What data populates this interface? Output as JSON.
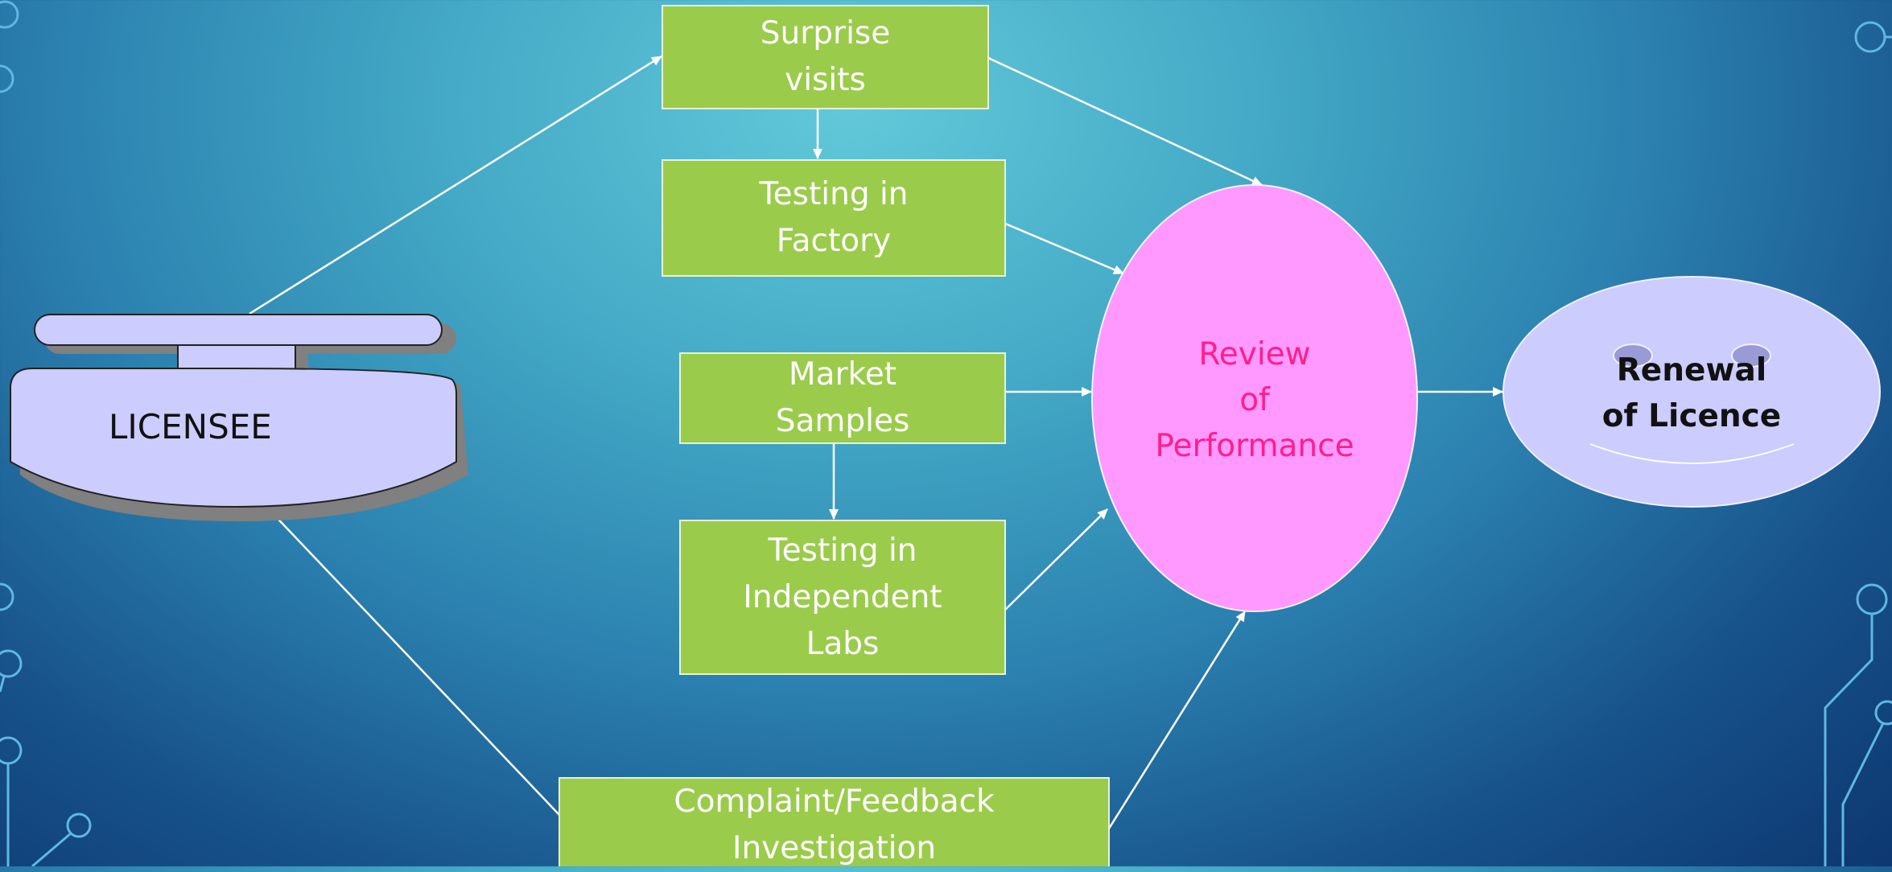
{
  "colors": {
    "box_fill": "#9bcb4b",
    "box_border": "#e8f3d4",
    "box_text": "#ffffff",
    "review_fill": "#ff99ff",
    "review_text": "#ff1f8a",
    "renewal_fill": "#ccccff",
    "licensee_fill": "#ccccff",
    "arrow": "#ffffff"
  },
  "nodes": {
    "licensee": {
      "label": "LICENSEE"
    },
    "surprise_visits": {
      "line1": "Surprise",
      "line2": "visits"
    },
    "testing_factory": {
      "line1": "Testing in",
      "line2": "Factory"
    },
    "market_samples": {
      "line1": "Market",
      "line2": "Samples"
    },
    "testing_labs": {
      "line1": "Testing in",
      "line2": "Independent",
      "line3": "Labs"
    },
    "complaint": {
      "line1": "Complaint/Feedback",
      "line2": "Investigation"
    },
    "review": {
      "line1": "Review",
      "line2": "of",
      "line3": "Performance"
    },
    "renewal": {
      "line1": "Renewal",
      "line2": "of Licence"
    }
  },
  "edges": [
    {
      "from": "licensee",
      "to": "surprise_visits"
    },
    {
      "from": "surprise_visits",
      "to": "testing_factory"
    },
    {
      "from": "surprise_visits",
      "to": "review"
    },
    {
      "from": "testing_factory",
      "to": "review"
    },
    {
      "from": "market_samples",
      "to": "review"
    },
    {
      "from": "market_samples",
      "to": "testing_labs"
    },
    {
      "from": "testing_labs",
      "to": "review"
    },
    {
      "from": "complaint",
      "to": "licensee"
    },
    {
      "from": "complaint",
      "to": "review"
    },
    {
      "from": "review",
      "to": "renewal"
    }
  ]
}
